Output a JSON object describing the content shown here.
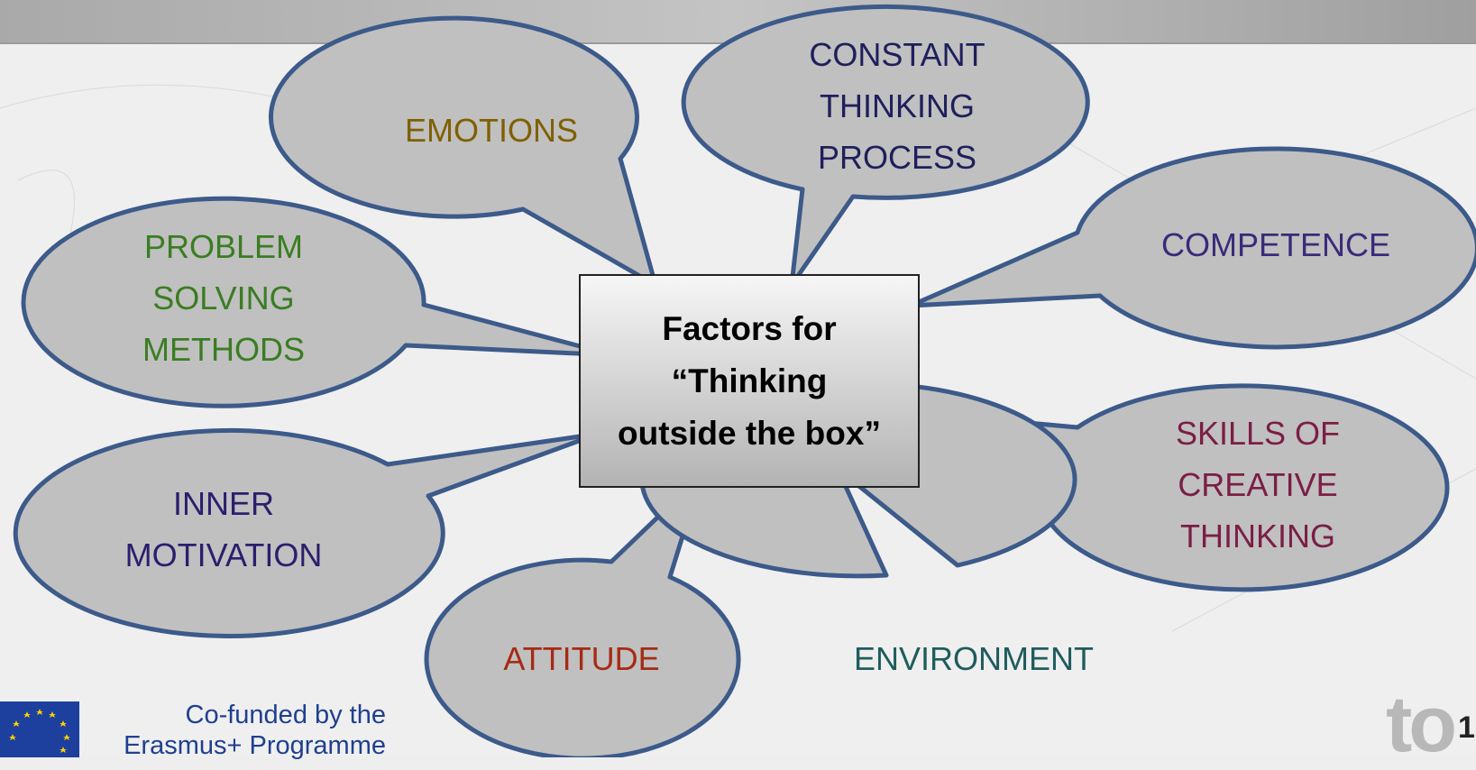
{
  "center": {
    "label": "Factors for\n“Thinking\noutside the box”"
  },
  "bubbles": [
    {
      "id": "emotions",
      "label": "EMOTIONS",
      "color": "#7f6000"
    },
    {
      "id": "constant-thinking",
      "label": "CONSTANT\nTHINKING\nPROCESS",
      "color": "#1f1f5c"
    },
    {
      "id": "competence",
      "label": "COMPETENCE",
      "color": "#3b2a7a"
    },
    {
      "id": "problem-solving",
      "label": "PROBLEM\nSOLVING\nMETHODS",
      "color": "#3a7d22"
    },
    {
      "id": "skills-creative",
      "label": "SKILLS OF\nCREATIVE\nTHINKING",
      "color": "#7b1e45"
    },
    {
      "id": "inner-motivation",
      "label": "INNER\nMOTIVATION",
      "color": "#2b1e6e"
    },
    {
      "id": "attitude",
      "label": "ATTITUDE",
      "color": "#a62b14"
    },
    {
      "id": "environment",
      "label": "ENVIRONMENT",
      "color": "#1f5c5c"
    }
  ],
  "footer": {
    "cofunded_line1": "Co-funded by the",
    "cofunded_line2": "Erasmus+ Programme"
  },
  "corner_logo_fragment": "to",
  "page_number": "1",
  "colors": {
    "bubble_fill": "#c0c0c0",
    "bubble_stroke": "#3c5a8a",
    "eu_blue": "#1d3f9e",
    "eu_star": "#ffd100"
  }
}
